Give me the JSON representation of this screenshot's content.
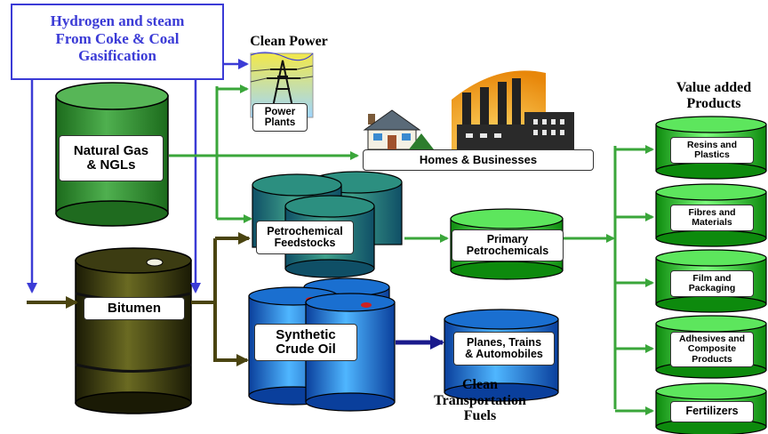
{
  "source_box": "Hydrogen and steam\nFrom Coke & Coal\nGasification",
  "clean_power": "Clean Power",
  "power_plants": "Power\nPlants",
  "natural_gas": "Natural Gas\n& NGLs",
  "homes_businesses": "Homes & Businesses",
  "petrochemical_feedstocks": "Petrochemical\nFeedstocks",
  "primary_petrochemicals": "Primary\nPetrochemicals",
  "bitumen": "Bitumen",
  "synthetic_crude": "Synthetic\nCrude Oil",
  "planes_trains": "Planes, Trains\n& Automobiles",
  "clean_transportation": "Clean\nTransportation\nFuels",
  "value_added": "Value added\nProducts",
  "products": [
    "Resins and\nPlastics",
    "Fibres and\nMaterials",
    "Film and\nPackaging",
    "Adhesives and\nComposite\nProducts",
    "Fertilizers"
  ],
  "colors": {
    "blue_arrow": "#3b3bd6",
    "green_arrow": "#3aa63a",
    "olive_arrow": "#4a4410",
    "navy_arrow": "#1a1a8c",
    "gas_green": "#2f8f2f",
    "bright_green": "#33dd33",
    "bitumen_dark": "#2e2e0e",
    "crude_blue": "#1e8ef0",
    "feedstock_teal": "#1f7a6a"
  }
}
